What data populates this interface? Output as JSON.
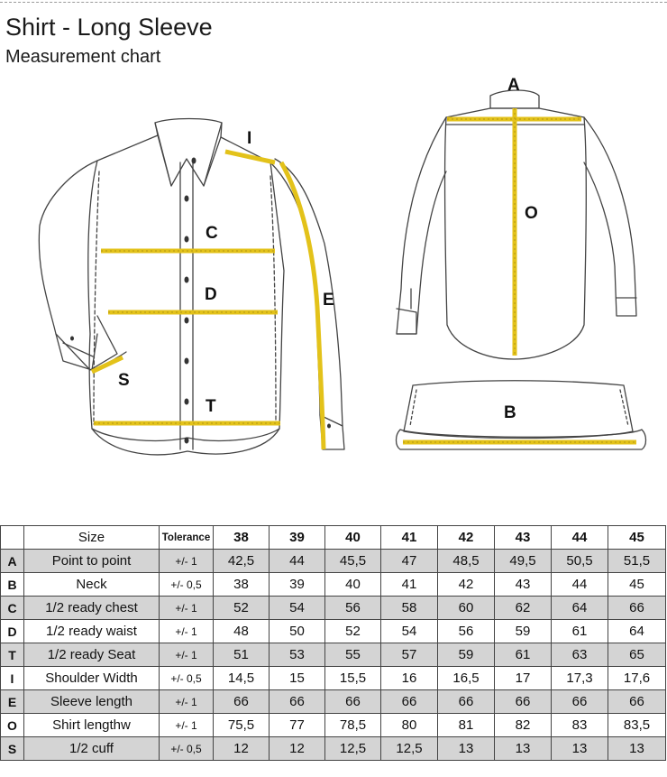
{
  "title": "Shirt - Long Sleeve",
  "subtitle": "Measurement chart",
  "labels": {
    "A": "A",
    "B": "B",
    "C": "C",
    "D": "D",
    "E": "E",
    "I": "I",
    "O": "O",
    "S": "S",
    "T": "T"
  },
  "accent_color": "#e3c21a",
  "table": {
    "size_header": "Size",
    "tolerance_header": "Tolerance",
    "sizes": [
      "38",
      "39",
      "40",
      "41",
      "42",
      "43",
      "44",
      "45"
    ],
    "rows": [
      {
        "code": "A",
        "name": "Point to point",
        "tol": "+/- 1",
        "values": [
          "42,5",
          "44",
          "45,5",
          "47",
          "48,5",
          "49,5",
          "50,5",
          "51,5"
        ]
      },
      {
        "code": "B",
        "name": "Neck",
        "tol": "+/- 0,5",
        "values": [
          "38",
          "39",
          "40",
          "41",
          "42",
          "43",
          "44",
          "45"
        ]
      },
      {
        "code": "C",
        "name": "1/2 ready chest",
        "tol": "+/- 1",
        "values": [
          "52",
          "54",
          "56",
          "58",
          "60",
          "62",
          "64",
          "66"
        ]
      },
      {
        "code": "D",
        "name": "1/2 ready waist",
        "tol": "+/- 1",
        "values": [
          "48",
          "50",
          "52",
          "54",
          "56",
          "59",
          "61",
          "64"
        ]
      },
      {
        "code": "T",
        "name": "1/2 ready Seat",
        "tol": "+/- 1",
        "values": [
          "51",
          "53",
          "55",
          "57",
          "59",
          "61",
          "63",
          "65"
        ]
      },
      {
        "code": "I",
        "name": "Shoulder Width",
        "tol": "+/- 0,5",
        "values": [
          "14,5",
          "15",
          "15,5",
          "16",
          "16,5",
          "17",
          "17,3",
          "17,6"
        ]
      },
      {
        "code": "E",
        "name": "Sleeve length",
        "tol": "+/- 1",
        "values": [
          "66",
          "66",
          "66",
          "66",
          "66",
          "66",
          "66",
          "66"
        ]
      },
      {
        "code": "O",
        "name": "Shirt lengthw",
        "tol": "+/- 1",
        "values": [
          "75,5",
          "77",
          "78,5",
          "80",
          "81",
          "82",
          "83",
          "83,5"
        ]
      },
      {
        "code": "S",
        "name": "1/2 cuff",
        "tol": "+/- 0,5",
        "values": [
          "12",
          "12",
          "12,5",
          "12,5",
          "13",
          "13",
          "13",
          "13"
        ]
      }
    ]
  }
}
